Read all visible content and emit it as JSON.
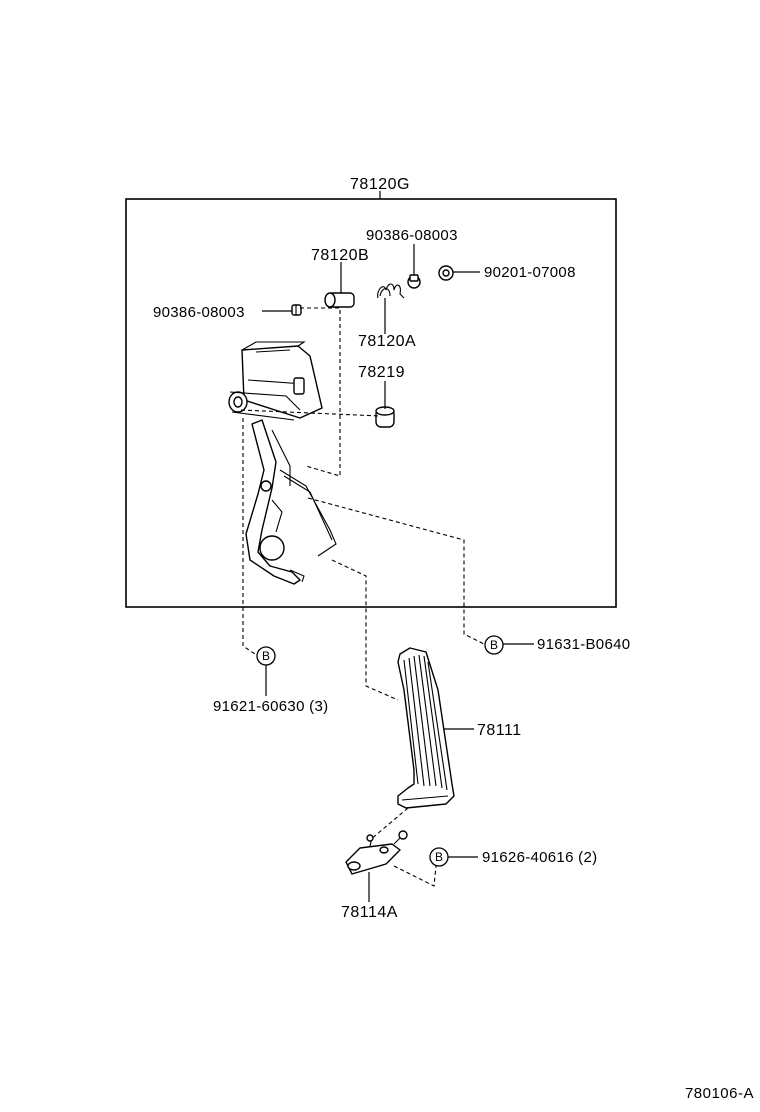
{
  "assembly_label": "78120G",
  "part_labels": {
    "bolt_top": "90386-08003",
    "pin": "78120B",
    "washer_right": "90201-07008",
    "bolt_left": "90386-08003",
    "spring": "78120A",
    "bushing": "78219",
    "screw_right": "91631-B0640",
    "screw_left": "91621-60630 (3)",
    "pedal_pad": "78111",
    "screw_bracket": "91626-40616 (2)",
    "bracket": "78114A"
  },
  "badge_letter": "B",
  "figure_code": "780106-A"
}
